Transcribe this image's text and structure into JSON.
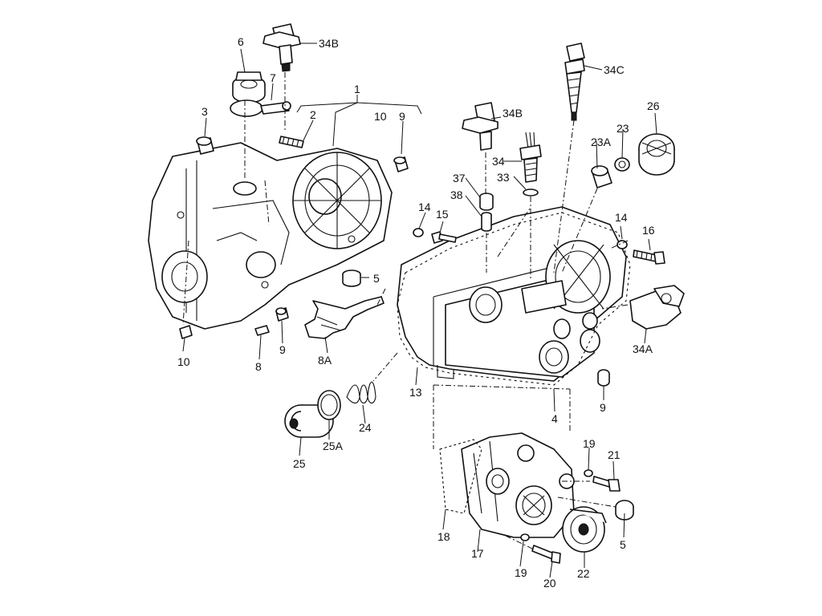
{
  "labels": {
    "l1": "1",
    "l2": "2",
    "l3": "3",
    "l4": "4",
    "l5a": "5",
    "l5b": "5",
    "l6": "6",
    "l7": "7",
    "l8": "8",
    "l8a": "8A",
    "l9a": "9",
    "l9b": "9",
    "l9c": "9",
    "l10a": "10",
    "l10b": "10",
    "l13": "13",
    "l14a": "14",
    "l14b": "14",
    "l15": "15",
    "l16": "16",
    "l17": "17",
    "l18": "18",
    "l19a": "19",
    "l19b": "19",
    "l20": "20",
    "l21": "21",
    "l22": "22",
    "l23": "23",
    "l23a": "23A",
    "l24": "24",
    "l25": "25",
    "l25a": "25A",
    "l26": "26",
    "l33": "33",
    "l34": "34",
    "l34a": "34A",
    "l34b1": "34B",
    "l34b2": "34B",
    "l34c": "34C",
    "l37": "37",
    "l38": "38"
  }
}
